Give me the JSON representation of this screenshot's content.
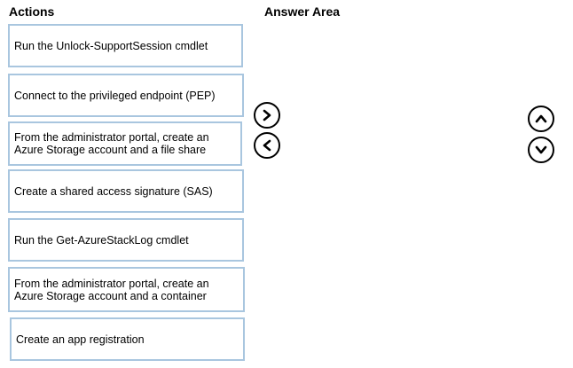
{
  "headers": {
    "actions": "Actions",
    "answer_area": "Answer Area"
  },
  "actions": [
    "Run the Unlock-SupportSession cmdlet",
    "Connect to the privileged endpoint (PEP)",
    "From the administrator portal, create an\nAzure Storage account and a file share",
    "Create a shared access signature (SAS)",
    "Run the Get-AzureStackLog cmdlet",
    "From the administrator portal, create an\nAzure Storage account and a container",
    "Create an app registration"
  ],
  "controls": {
    "move_right_icon": "chevron-right-icon",
    "move_left_icon": "chevron-left-icon",
    "move_up_icon": "chevron-up-icon",
    "move_down_icon": "chevron-down-icon"
  },
  "colors": {
    "box_border": "#a9c6df",
    "text": "#000000",
    "background": "#ffffff"
  }
}
